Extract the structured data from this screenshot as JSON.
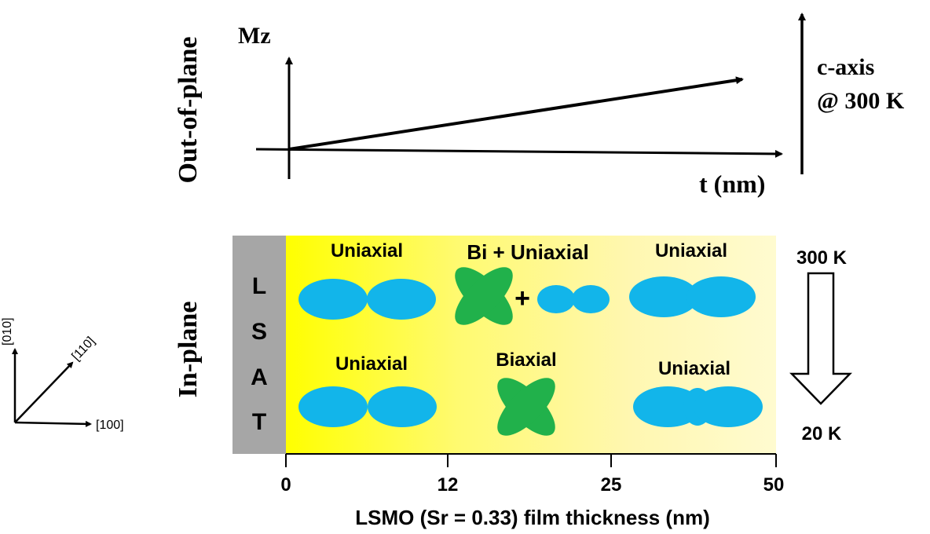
{
  "top_panel": {
    "ylabel": "Out-of-plane",
    "y_axis_label": "Mz",
    "x_axis_label": "t (nm)",
    "right_label_line1": "c-axis",
    "right_label_line2": "@ 300 K"
  },
  "bottom_panel": {
    "ylabel": "In-plane",
    "substrate_letters": [
      "L",
      "S",
      "A",
      "T"
    ],
    "row_300K": [
      "Uniaxial",
      "Bi + Uniaxial",
      "Uniaxial"
    ],
    "row_20K": [
      "Uniaxial",
      "Biaxial",
      "Uniaxial"
    ],
    "plus_sign": "+",
    "temp_high": "300 K",
    "temp_low": "20 K",
    "x_ticks": [
      "0",
      "12",
      "25",
      "50"
    ],
    "xlabel": "LSMO (Sr = 0.33) film thickness (nm)"
  },
  "axes_legend": {
    "y_dir": "[010]",
    "diag_dir": "[110]",
    "x_dir": "[100]"
  },
  "colors": {
    "substrate": "#a6a6a6",
    "yellow_strong": "#ffff00",
    "yellow_pale": "#fff8c8",
    "uniaxial_lobe": "#12b5ea",
    "biaxial_lobe": "#21b14b"
  }
}
